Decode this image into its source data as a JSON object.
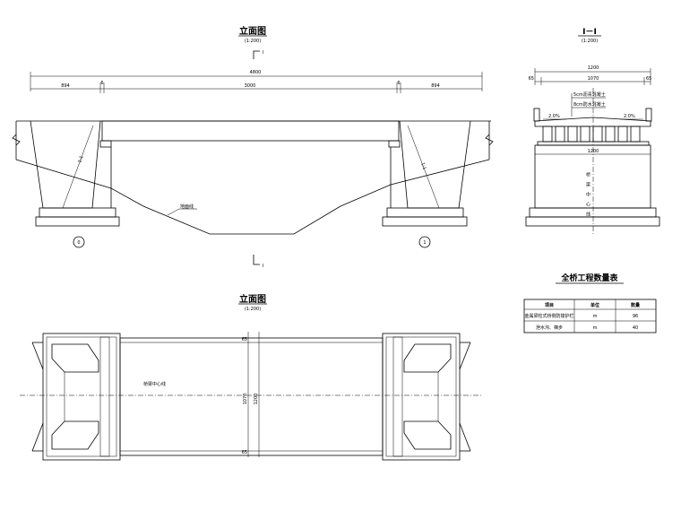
{
  "elevation": {
    "title": "立面图",
    "scale": "(1:200)",
    "section_mark": "I",
    "dims": {
      "total": "4800",
      "left": "894",
      "gap_left": "6",
      "middle": "3000",
      "gap_right": "6",
      "right": "894"
    },
    "slope_left": "1:1",
    "slope_right": "1:1",
    "ground_label": "地面线",
    "pier_left": "0",
    "pier_right": "1"
  },
  "plan": {
    "title": "立面图",
    "scale": "(1:200)",
    "center_label": "桥梁中心线",
    "dims": {
      "top": "65",
      "bottom": "65",
      "width_inner": "1070",
      "width_outer": "1200"
    }
  },
  "section": {
    "title": "I－I",
    "scale": "(1:200)",
    "dims": {
      "total": "1200",
      "side_left": "65",
      "inner": "1070",
      "side_right": "65",
      "lower": "1200"
    },
    "layer1": "5cm沥青混凝土",
    "layer2": "8cm防水混凝土",
    "slope_left": "2.0%",
    "slope_right": "2.0%",
    "center_label": "桥梁中心线"
  },
  "quantity_table": {
    "title": "全桥工程数量表",
    "headers": [
      "项目",
      "单位",
      "数量"
    ],
    "rows": [
      [
        "金属梁柱式桥侧防撞护栏",
        "m",
        "96"
      ],
      [
        "泄水沟、梯步",
        "m",
        "40"
      ]
    ]
  }
}
